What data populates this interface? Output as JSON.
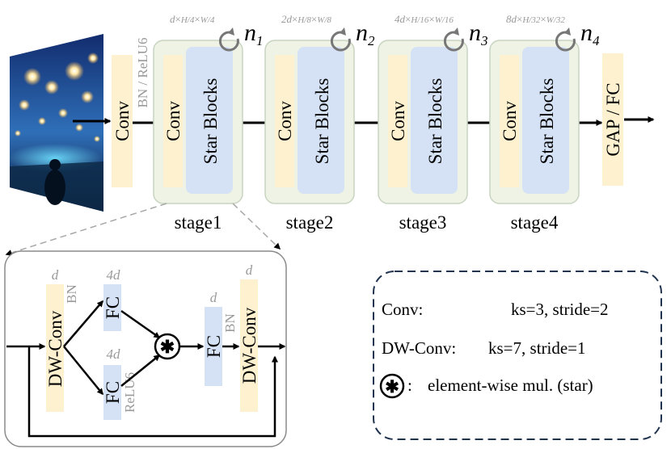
{
  "main": {
    "stem_conv": "Conv",
    "stem_norm": "BN / ReLU6",
    "stage_conv": "Conv",
    "stage_blocks": "Star Blocks",
    "head": "GAP / FC",
    "stages": [
      {
        "label": "stage1",
        "dim_coef": "d",
        "h_den": "4",
        "w_den": "4",
        "repeat_base": "n",
        "repeat_sub": "1"
      },
      {
        "label": "stage2",
        "dim_coef": "2d",
        "h_den": "8",
        "w_den": "8",
        "repeat_base": "n",
        "repeat_sub": "2"
      },
      {
        "label": "stage3",
        "dim_coef": "4d",
        "h_den": "16",
        "w_den": "16",
        "repeat_base": "n",
        "repeat_sub": "3"
      },
      {
        "label": "stage4",
        "dim_coef": "8d",
        "h_den": "32",
        "w_den": "32",
        "repeat_base": "n",
        "repeat_sub": "4"
      }
    ],
    "h_symbol": "H",
    "w_symbol": "W",
    "times": "×"
  },
  "block": {
    "dw1_label": "DW-Conv",
    "dw1_dim": "d",
    "dw1_norm": "BN",
    "fc_top_label": "FC",
    "fc_top_dim": "4d",
    "fc_bot_label": "FC",
    "fc_bot_dim": "4d",
    "fc_bot_act": "ReLU6",
    "star_symbol": "✱",
    "fc3_label": "FC",
    "fc3_dim": "d",
    "dw2_label": "DW-Conv",
    "dw2_dim": "d",
    "dw2_norm": "BN"
  },
  "legend": {
    "conv_name": "Conv:",
    "conv_value": "ks=3, stride=2",
    "dw_name": "DW-Conv:",
    "dw_value": "ks=7, stride=1",
    "star_symbol": "✱",
    "star_colon": ":",
    "star_value": "element-wise mul. (star)"
  },
  "colors": {
    "conv": "#fdf1cf",
    "blocks": "#d5e2f5",
    "stage_bg": "#eef3e6",
    "stage_border": "#c8d4c0",
    "detail_border": "#8a8a8a",
    "legend_border": "#20334f",
    "label_grey": "#9a9a9a"
  }
}
